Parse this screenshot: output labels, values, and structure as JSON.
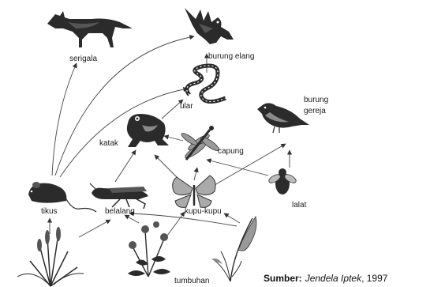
{
  "labels": {
    "serigala": "serigala",
    "burung_elang": "burung elang",
    "ular": "ular",
    "burung_gereja_1": "burung",
    "burung_gereja_2": "gereja",
    "katak": "katak",
    "capung": "capung",
    "tikus": "tikus",
    "belalang": "belalang",
    "kupu_kupu": "kupu-kupu",
    "lalat": "lalat",
    "tumbuhan": "tumbuhan"
  },
  "source": {
    "label": "Sumber:",
    "title": "Jendela Iptek",
    "year": ", 1997"
  },
  "icons": {
    "serigala": "wolf-icon",
    "burung_elang": "eagle-icon",
    "ular": "snake-icon",
    "burung_gereja": "sparrow-icon",
    "katak": "frog-icon",
    "capung": "dragonfly-icon",
    "tikus": "mouse-icon",
    "belalang": "grasshopper-icon",
    "kupu_kupu": "butterfly-icon",
    "lalat": "fly-icon",
    "tumbuhan": "plant-icon"
  },
  "colors": {
    "ink": "#2b2b2b",
    "arrow": "#444444",
    "background": "#ffffff"
  }
}
